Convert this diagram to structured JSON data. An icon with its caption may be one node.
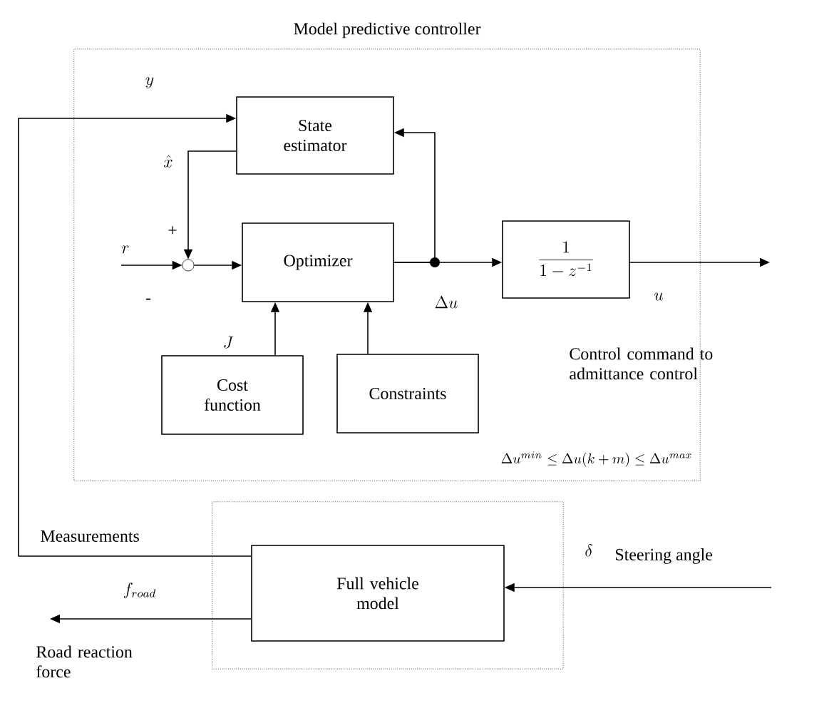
{
  "diagram": {
    "nodes": [
      {
        "text": [
          "Model predictive controller"
        ]
      },
      {
        "text": [
          "State estimator"
        ],
        "in": 0
      },
      {
        "text": [
          "Optimizer"
        ],
        "in": 0
      },
      {
        "text": [
          "\\frac{1}{1-z^{-1}}"
        ],
        "in": 0
      },
      {
        "text": [
          "Cost function"
        ],
        "in": 0
      },
      {
        "text": [
          "Constraints"
        ],
        "in": 0
      },
      {
        "text": [],
        "shape": "circle",
        "in": 0
      },
      {
        "text": [],
        "shape": "box"
      },
      {
        "text": [
          "Full vehicle model"
        ],
        "in": 7
      }
    ],
    "edges": [
      {
        "from": 8,
        "to": 1,
        "arrow": "to",
        "label": "y"
      },
      {
        "from": 1,
        "to": 6,
        "arrow": "to",
        "label": "\\hat{x}"
      },
      {
        "from": null,
        "to": 6,
        "arrow": "to",
        "label": "r"
      },
      {
        "from": 6,
        "to": 2,
        "arrow": "to"
      },
      {
        "from": 4,
        "to": 2,
        "arrow": "to",
        "label": "J"
      },
      {
        "from": 5,
        "to": 2,
        "arrow": "to"
      },
      {
        "from": 2,
        "to": 3,
        "arrow": "to",
        "label": "\\Delta u"
      },
      {
        "from": 2,
        "to": 1,
        "arrow": "to"
      },
      {
        "from": 3,
        "to": null,
        "arrow": "to",
        "label": "u"
      },
      {
        "from": null,
        "to": 8,
        "arrow": "to",
        "label": "\\delta"
      },
      {
        "from": 8,
        "to": null,
        "arrow": "to",
        "label": "f_{road}"
      }
    ],
    "labels": [
      "+",
      "-",
      "Control command to admittance control",
      "\\Delta u^{min} \\le \\Delta u(k+m) \\le \\Delta u^{max}",
      "Measurements",
      "Steering angle",
      "Road reaction force"
    ]
  }
}
